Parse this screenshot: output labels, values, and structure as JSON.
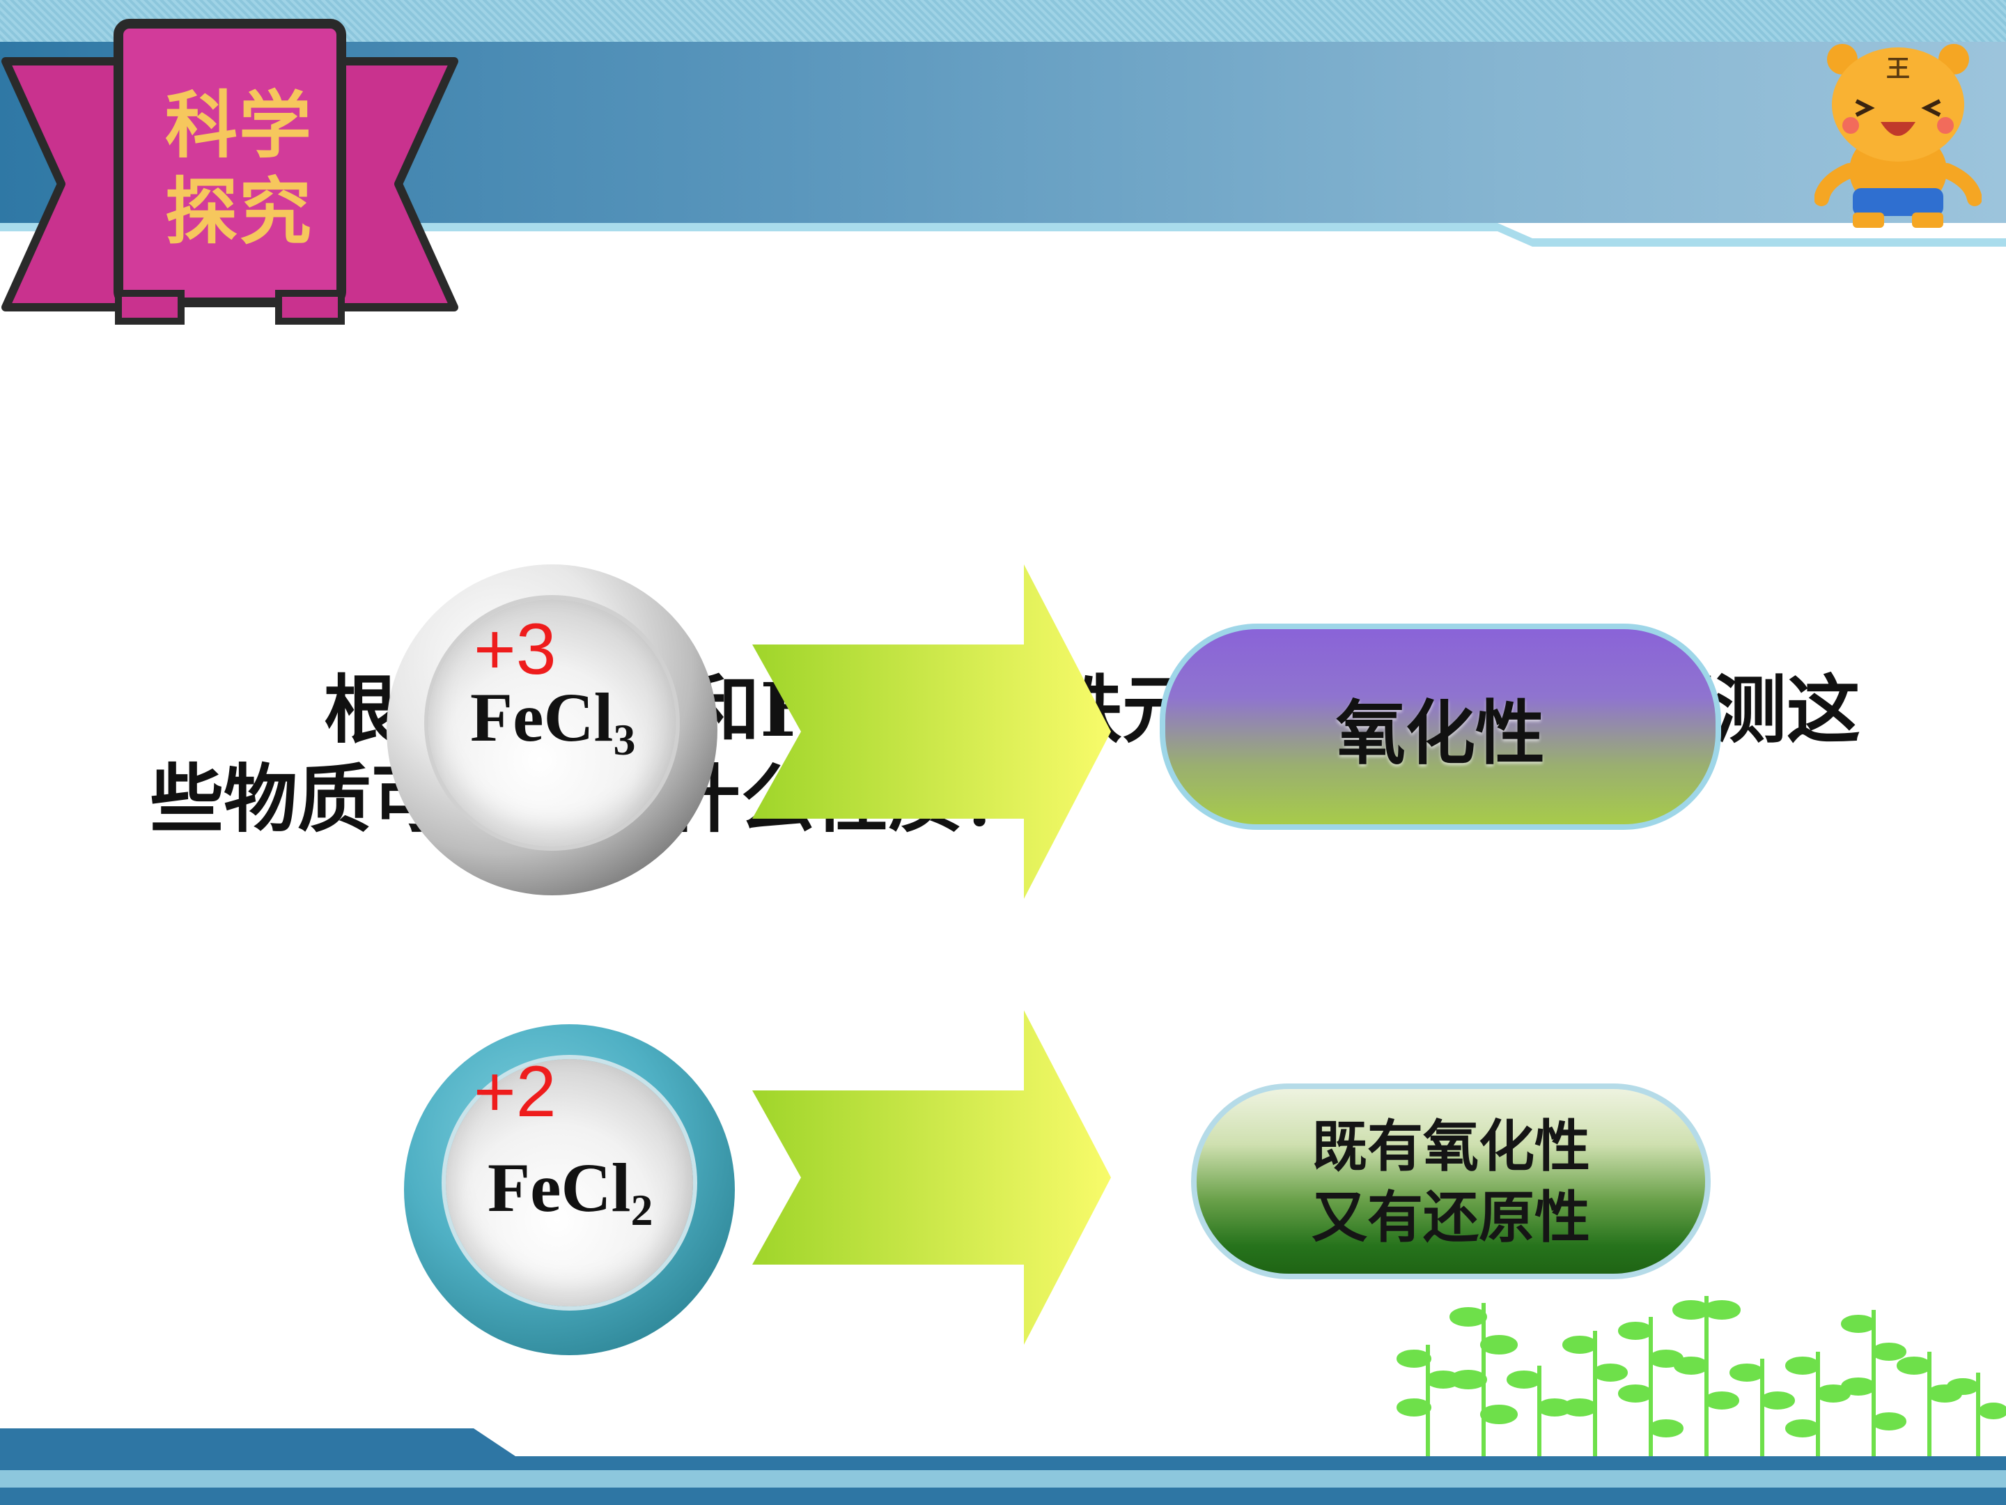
{
  "header": {
    "badge_line1": "科学",
    "badge_line2": "探究"
  },
  "question": {
    "text": "根据FeCl₃和FeCl₂中铁元素的化合价，预测这些物质可能具有什么性质？"
  },
  "items": [
    {
      "charge": "+3",
      "formula_main": "FeCl",
      "formula_sub": "3",
      "property": "氧化性"
    },
    {
      "charge": "+2",
      "formula_main": "FeCl",
      "formula_sub": "2",
      "property_line1": "既有氧化性",
      "property_line2": "又有还原性"
    }
  ],
  "colors": {
    "badge": "#d0389a",
    "badge_text": "#f6c75d",
    "header_band": "#4a8ab5",
    "charge": "#ee1c1c",
    "arrow_start": "#9fd52a",
    "arrow_end": "#f8fb6a"
  },
  "icons": {
    "mascot": "tiger-mascot-icon",
    "plants": "sprout-plants-icon"
  }
}
